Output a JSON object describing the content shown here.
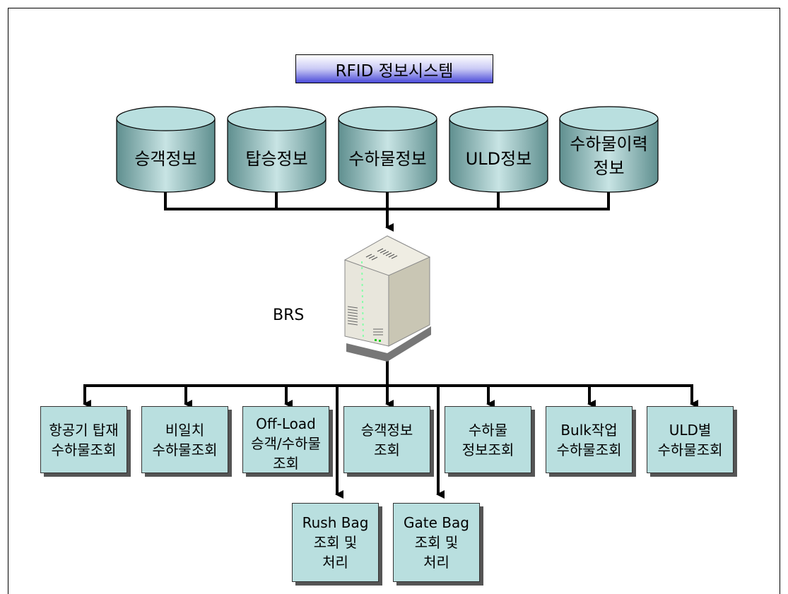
{
  "title": "RFID 정보시스템",
  "databases": [
    {
      "label": "승객정보"
    },
    {
      "label": "탑승정보"
    },
    {
      "label": "수하물정보"
    },
    {
      "label": "ULD정보"
    },
    {
      "label": "수하물이력\n정보"
    }
  ],
  "server": {
    "label": "BRS",
    "icon": "server-icon"
  },
  "functions": [
    {
      "label": "항공기 탑재\n수하물조회"
    },
    {
      "label": "비일치\n수하물조회"
    },
    {
      "label": "Off-Load\n승객/수하물\n조회"
    },
    {
      "label": "승객정보\n조회"
    },
    {
      "label": "수하물\n정보조회"
    },
    {
      "label": "Bulk작업\n수하물조회"
    },
    {
      "label": "ULD별\n수하물조회"
    }
  ],
  "sub_functions": [
    {
      "label": "Rush Bag\n조회 및\n처리"
    },
    {
      "label": "Gate Bag\n조회 및\n처리"
    }
  ],
  "colors": {
    "box_fill": "#b9dfdf",
    "db_top": "#b9dfdf",
    "title_gradient_end": "#4b4bd8"
  }
}
